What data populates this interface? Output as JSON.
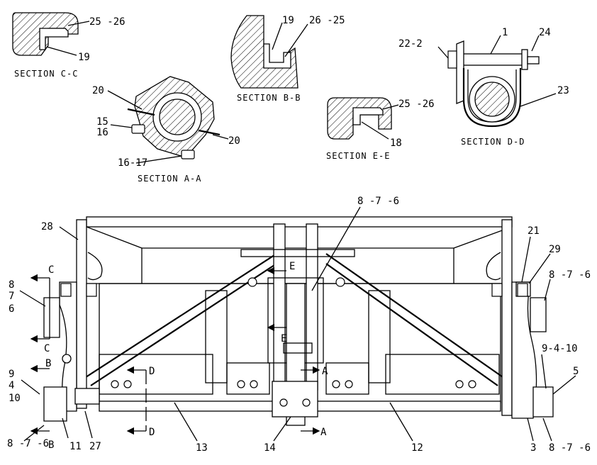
{
  "sections": {
    "c_c": {
      "caption": "SECTION C-C",
      "callouts": [
        "25 -26",
        "19"
      ]
    },
    "b_b": {
      "caption": "SECTION B-B",
      "callouts": [
        "19",
        "26 -25"
      ]
    },
    "a_a": {
      "caption": "SECTION A-A",
      "callouts": [
        "20",
        "15",
        "16",
        "20",
        "16-17"
      ]
    },
    "e_e": {
      "caption": "SECTION E-E",
      "callouts": [
        "25 -26",
        "18"
      ]
    },
    "d_d": {
      "caption": "SECTION D-D",
      "callouts": [
        "22-2",
        "1",
        "24",
        "23"
      ]
    }
  },
  "main_view": {
    "callouts": {
      "top_center": "8 -7 -6",
      "left_top": "28",
      "left_8": "8",
      "left_7": "7",
      "left_6": "6",
      "left_9": "9",
      "left_4": "4",
      "left_10": "10",
      "left_bottom": "8 -7 -6",
      "bottom_11": "11",
      "bottom_27": "27",
      "bottom_13": "13",
      "bottom_14": "14",
      "bottom_12": "12",
      "bottom_3": "3",
      "right_bottom": "8 -7 -6",
      "right_21": "21",
      "right_29": "29",
      "right_876": "8 -7 -6",
      "right_9410": "9-4-10",
      "right_5": "5"
    },
    "section_markers": {
      "c_top": "C",
      "c_bottom": "C",
      "b_top": "B",
      "b_bottom": "B",
      "d_top": "D",
      "d_bottom": "D",
      "e_top": "E",
      "e_bottom": "E",
      "a_top": "A",
      "a_bottom": "A"
    }
  }
}
